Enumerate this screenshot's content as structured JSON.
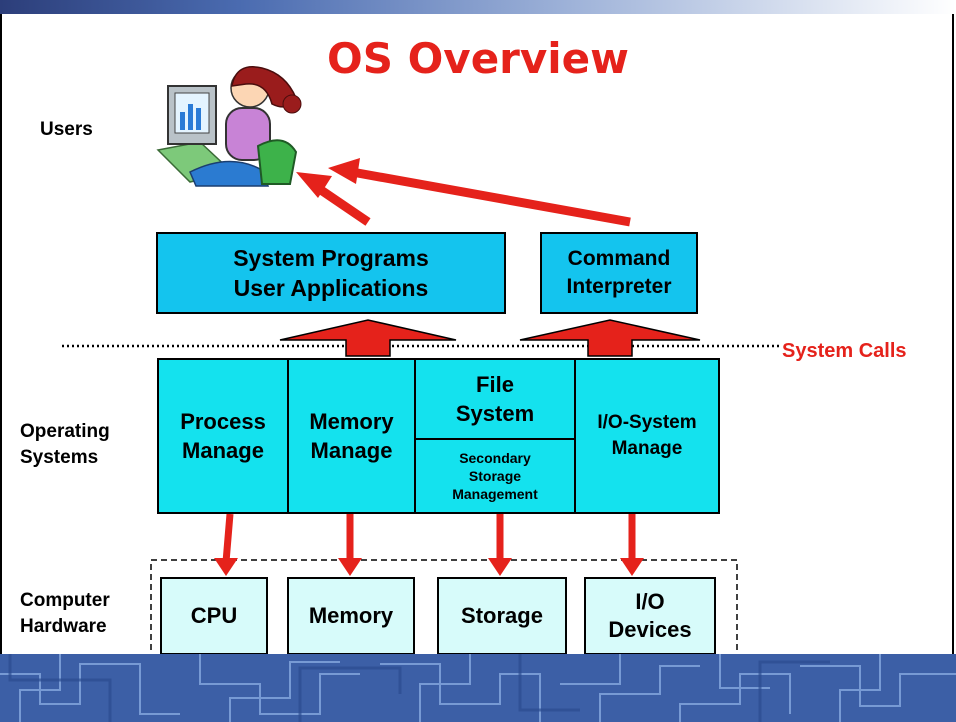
{
  "title": "OS Overview",
  "labels": {
    "users": "Users",
    "operating_systems": [
      "Operating",
      "Systems"
    ],
    "computer_hardware": [
      "Computer",
      "Hardware"
    ],
    "system_calls": "System Calls"
  },
  "programs": {
    "system_programs": [
      "System Programs",
      "User Applications"
    ],
    "command_interpreter": [
      "Command",
      "Interpreter"
    ]
  },
  "os_components": {
    "process": [
      "Process",
      "Manage"
    ],
    "memory": [
      "Memory",
      "Manage"
    ],
    "file_system": [
      "File",
      "System"
    ],
    "secondary_storage": [
      "Secondary",
      "Storage",
      "Management"
    ],
    "io_system": [
      "I/O-System",
      "Manage"
    ]
  },
  "hardware": {
    "cpu": "CPU",
    "memory": "Memory",
    "storage": "Storage",
    "io_devices": [
      "I/O",
      "Devices"
    ]
  },
  "colors": {
    "title": "#e5221b",
    "arrow": "#e5221b",
    "program_box": "#14c4ee",
    "os_box": "#14e2ee",
    "hardware_box": "#d7fbfa",
    "footer": "#3c5fa6"
  }
}
